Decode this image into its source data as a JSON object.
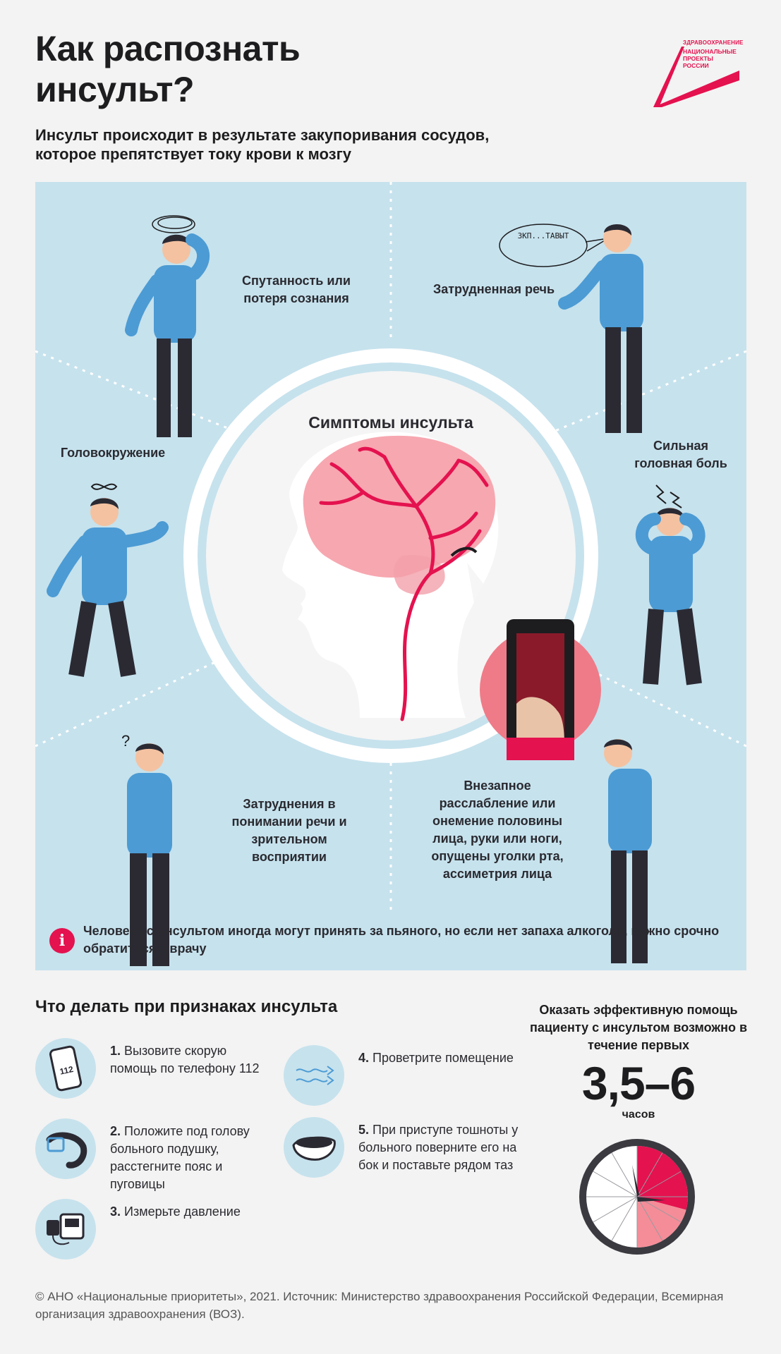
{
  "title": "Как распознать инсульт?",
  "subtitle": "Инсульт происходит в результате закупоривания сосудов, которое препятствует току крови к мозгу",
  "logo": {
    "top": "ЗДРАВООХРАНЕНИЕ",
    "line1": "НАЦИОНАЛЬНЫЕ",
    "line2": "ПРОЕКТЫ",
    "line3": "РОССИИ"
  },
  "colors": {
    "accent": "#e4124f",
    "panel": "#c6e2ed",
    "shirt": "#4c9bd4",
    "pants": "#2b2a33",
    "brain": "#f7a7b0"
  },
  "symptoms": {
    "center_title": "Симптомы инсульта",
    "confusion": "Спутанность или потеря сознания",
    "speech": "Затрудненная речь",
    "speech_bubble": "ЗКП...ТАВЫТ",
    "dizziness": "Головокружение",
    "headache": "Сильная головная боль",
    "understanding": "Затруднения в понимании речи и зрительном восприятии",
    "weakness": "Внезапное расслабление или онемение половины лица, руки или ноги, опущены уголки рта, ассиметрия лица"
  },
  "info_note": "Человека с инсультом иногда могут принять за пьяного, но если нет запаха алкоголя, нужно срочно обратиться к врачу",
  "actions": {
    "title": "Что делать при признаках инсульта",
    "phone_label": "112",
    "steps": [
      {
        "num": "1.",
        "text": "Вызовите скорую помощь по телефону 112",
        "icon": "phone-icon"
      },
      {
        "num": "2.",
        "text": "Положите под голову больного подушку, расстегните пояс и пуговицы",
        "icon": "belt-icon"
      },
      {
        "num": "3.",
        "text": "Измерьте давление",
        "icon": "blood-pressure-icon"
      },
      {
        "num": "4.",
        "text": "Проветрите помещение",
        "icon": "air-icon"
      },
      {
        "num": "5.",
        "text": "При приступе тошноты у больного поверните его на бок и поставьте рядом таз",
        "icon": "basin-icon"
      }
    ]
  },
  "help": {
    "text": "Оказать эффективную помощь пациенту с инсультом возможно в течение первых",
    "number": "3,5–6",
    "unit": "часов",
    "hours_dark": 3.5,
    "hours_light": 6
  },
  "footer": "© АНО «Национальные приоритеты», 2021. Источник: Министерство здравоохранения Российской Федерации, Всемирная организация здравоохранения (ВОЗ)."
}
